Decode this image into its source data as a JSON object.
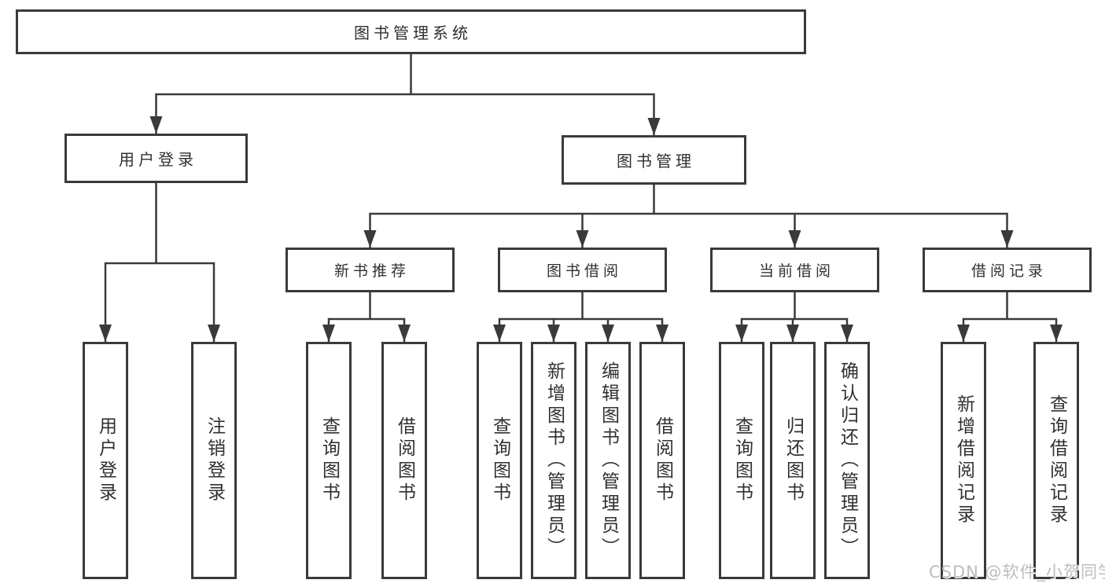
{
  "tree": {
    "root": "图书管理系统",
    "branches": [
      {
        "label": "用户登录",
        "leaves": [
          "用户登录",
          "注销登录"
        ]
      },
      {
        "label": "图书管理",
        "groups": [
          {
            "label": "新书推荐",
            "leaves": [
              "查询图书",
              "借阅图书"
            ]
          },
          {
            "label": "图书借阅",
            "leaves": [
              "查询图书",
              "新增图书（管理员）",
              "编辑图书（管理员）",
              "借阅图书"
            ]
          },
          {
            "label": "当前借阅",
            "leaves": [
              "查询图书",
              "归还图书",
              "确认归还（管理员）"
            ]
          },
          {
            "label": "借阅记录",
            "leaves": [
              "新增借阅记录",
              "查询借阅记录"
            ]
          }
        ]
      }
    ]
  },
  "watermark": "CSDN @软件_小贺同学",
  "colors": {
    "line": "#3a3a3a",
    "box_border": "#3a3a3a",
    "text": "#303030",
    "watermark": "#bdbdbd",
    "background": "#ffffff"
  }
}
